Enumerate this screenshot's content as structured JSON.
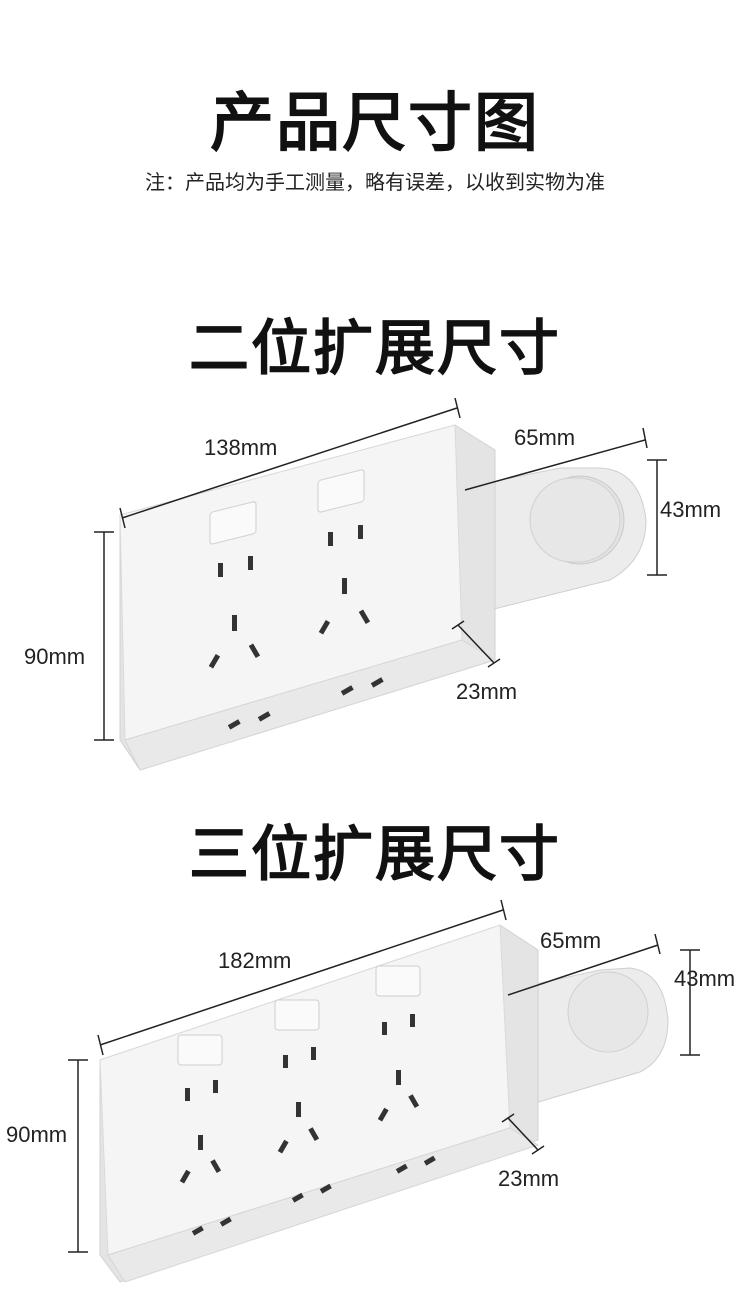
{
  "page": {
    "title": "产品尺寸图",
    "note": "注：产品均为手工测量，略有误差，以收到实物为准"
  },
  "sections": [
    {
      "title": "二位扩展尺寸",
      "dims": {
        "width": "138mm",
        "height": "90mm",
        "ext_length": "65mm",
        "ext_height": "43mm",
        "depth": "23mm"
      }
    },
    {
      "title": "三位扩展尺寸",
      "dims": {
        "width": "182mm",
        "height": "90mm",
        "ext_length": "65mm",
        "ext_height": "43mm",
        "depth": "23mm"
      }
    }
  ]
}
